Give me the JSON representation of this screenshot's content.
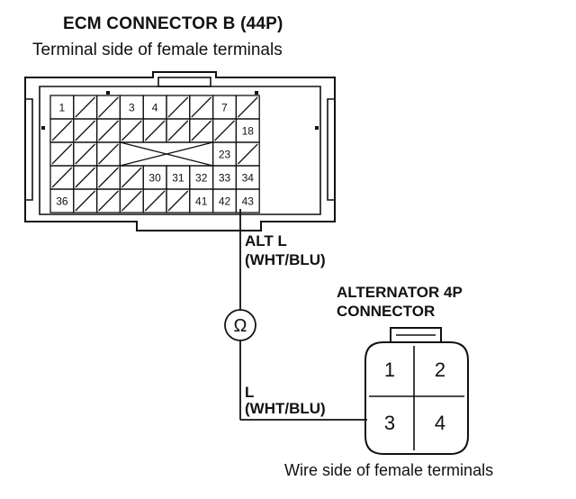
{
  "ecm": {
    "title": "ECM CONNECTOR B (44P)",
    "subtitle": "Terminal side of female terminals",
    "pins": [
      {
        "label": "1",
        "row": 0,
        "col": 0
      },
      {
        "label": "3",
        "row": 0,
        "col": 3
      },
      {
        "label": "4",
        "row": 0,
        "col": 4
      },
      {
        "label": "7",
        "row": 0,
        "col": 7
      },
      {
        "label": "18",
        "row": 1,
        "col": 8
      },
      {
        "label": "23",
        "row": 2,
        "col": 7
      },
      {
        "label": "30",
        "row": 3,
        "col": 4
      },
      {
        "label": "31",
        "row": 3,
        "col": 5
      },
      {
        "label": "32",
        "row": 3,
        "col": 6
      },
      {
        "label": "33",
        "row": 3,
        "col": 7
      },
      {
        "label": "34",
        "row": 3,
        "col": 8
      },
      {
        "label": "36",
        "row": 4,
        "col": 0
      },
      {
        "label": "41",
        "row": 4,
        "col": 6
      },
      {
        "label": "42",
        "row": 4,
        "col": 7
      },
      {
        "label": "43",
        "row": 4,
        "col": 8
      }
    ]
  },
  "wires": {
    "upper_name": "ALT L",
    "upper_color": "(WHT/BLU)",
    "lower_name": "L",
    "lower_color": "(WHT/BLU)"
  },
  "meter_symbol": "Ω",
  "alternator": {
    "title_line1": "ALTERNATOR 4P",
    "title_line2": "CONNECTOR",
    "caption": "Wire side of female terminals",
    "pins": [
      "1",
      "2",
      "3",
      "4"
    ]
  }
}
